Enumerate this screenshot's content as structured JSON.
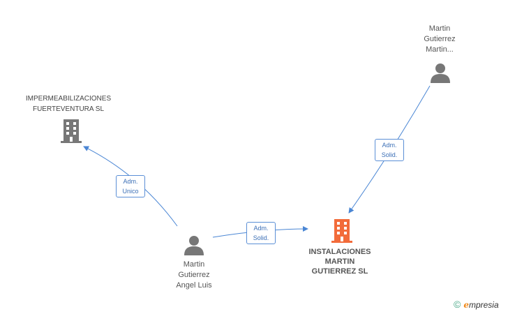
{
  "nodes": {
    "company_left": {
      "lines": [
        "IMPERMEABILIZACIONES",
        "FUERTEVENTURA SL"
      ],
      "color": "#777777"
    },
    "company_main": {
      "lines": [
        "INSTALACIONES",
        "MARTIN",
        "GUTIERREZ SL"
      ],
      "color": "#f26b3a"
    },
    "person_top": {
      "lines": [
        "Martin",
        "Gutierrez",
        "Martin..."
      ]
    },
    "person_bottom": {
      "lines": [
        "Martin",
        "Gutierrez",
        "Angel Luis"
      ]
    }
  },
  "edges": {
    "adm_unico": {
      "lines": [
        "Adm.",
        "Unico"
      ]
    },
    "adm_solid_bottom": {
      "lines": [
        "Adm.",
        "Solid."
      ]
    },
    "adm_solid_top": {
      "lines": [
        "Adm.",
        "Solid."
      ]
    }
  },
  "colors": {
    "edge": "#4a86d4",
    "person": "#777777",
    "building_gray": "#777777",
    "building_orange": "#f26b3a"
  },
  "icons": {
    "person": "person-icon",
    "building": "building-icon"
  },
  "brand": {
    "copyright": "©",
    "e": "e",
    "rest": "mpresia"
  }
}
